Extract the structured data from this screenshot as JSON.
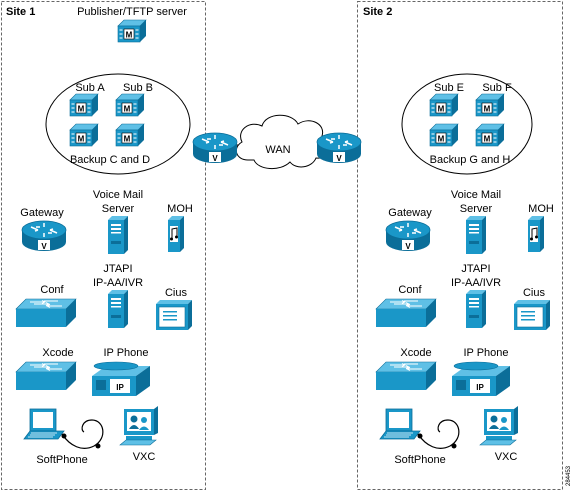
{
  "sites": [
    {
      "title": "Site 1",
      "publisher_label": "Publisher/TFTP server",
      "sub_labels": [
        "Sub A",
        "Sub B"
      ],
      "backup_label": "Backup C and D",
      "gateway_label": "Gateway",
      "voicemail_label_1": "Voice Mail",
      "voicemail_label_2": "Server",
      "moh_label": "MOH",
      "conf_label": "Conf",
      "jtapi_label_1": "JTAPI",
      "jtapi_label_2": "IP-AA/IVR",
      "cius_label": "Cius",
      "xcode_label": "Xcode",
      "ipphone_label": "IP Phone",
      "softphone_label": "SoftPhone",
      "vxc_label": "VXC"
    },
    {
      "title": "Site 2",
      "publisher_label": "",
      "sub_labels": [
        "Sub E",
        "Sub F"
      ],
      "backup_label": "Backup G and H",
      "gateway_label": "Gateway",
      "voicemail_label_1": "Voice Mail",
      "voicemail_label_2": "Server",
      "moh_label": "MOH",
      "conf_label": "Conf",
      "jtapi_label_1": "JTAPI",
      "jtapi_label_2": "IP-AA/IVR",
      "cius_label": "Cius",
      "xcode_label": "Xcode",
      "ipphone_label": "IP Phone",
      "softphone_label": "SoftPhone",
      "vxc_label": "VXC"
    }
  ],
  "wan_label": "WAN",
  "figure_id": "284453",
  "icon_letters": {
    "call_manager": "M",
    "router": "V",
    "ip_phone": "IP"
  },
  "icon_names": [
    "call-manager-server-icon",
    "router-icon",
    "server-tower-icon",
    "moh-server-icon",
    "switch-icon",
    "cius-tablet-icon",
    "ip-phone-icon",
    "laptop-icon",
    "headset-icon",
    "vxc-terminal-icon",
    "wan-cloud-icon"
  ],
  "colors": {
    "icon_blue": "#1a97c8",
    "icon_dark": "#0b6e99",
    "line": "#000000"
  }
}
